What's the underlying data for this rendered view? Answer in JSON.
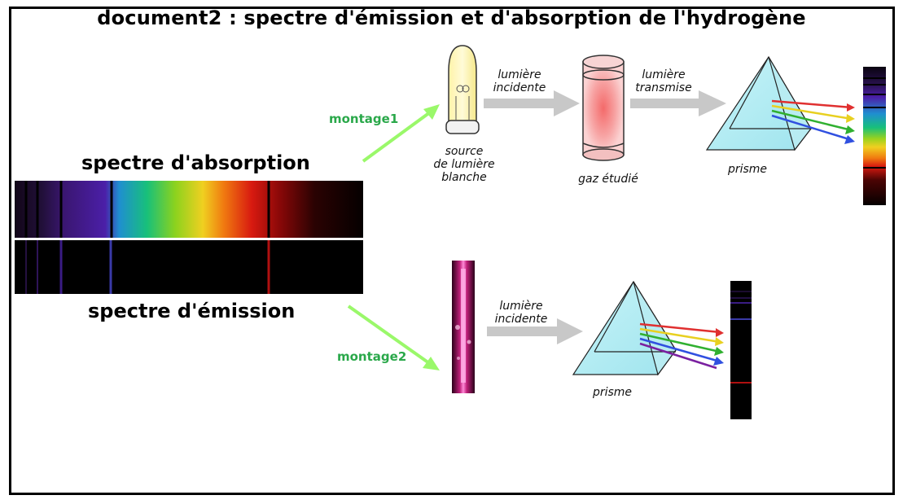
{
  "title": "document2 : spectre d'émission et d'absorption de l'hydrogène",
  "labels": {
    "absorption": "spectre d'absorption",
    "emission": "spectre d'émission",
    "montage1": "montage1",
    "montage2": "montage2",
    "incident_1": "lumière\nincidente",
    "transmitted": "lumière\ntransmise",
    "incident_2": "lumière\nincidente",
    "source": "source\nde lumière\nblanche",
    "gas": "gaz étudié",
    "prism_1": "prisme",
    "prism_2": "prisme"
  },
  "colors": {
    "label_green": "#2aa84a",
    "arrow_green": "#9af86a",
    "arrow_grey": "#c8c8c8",
    "emission_red": "#b01010",
    "emission_violet": "#3a3aa8"
  }
}
